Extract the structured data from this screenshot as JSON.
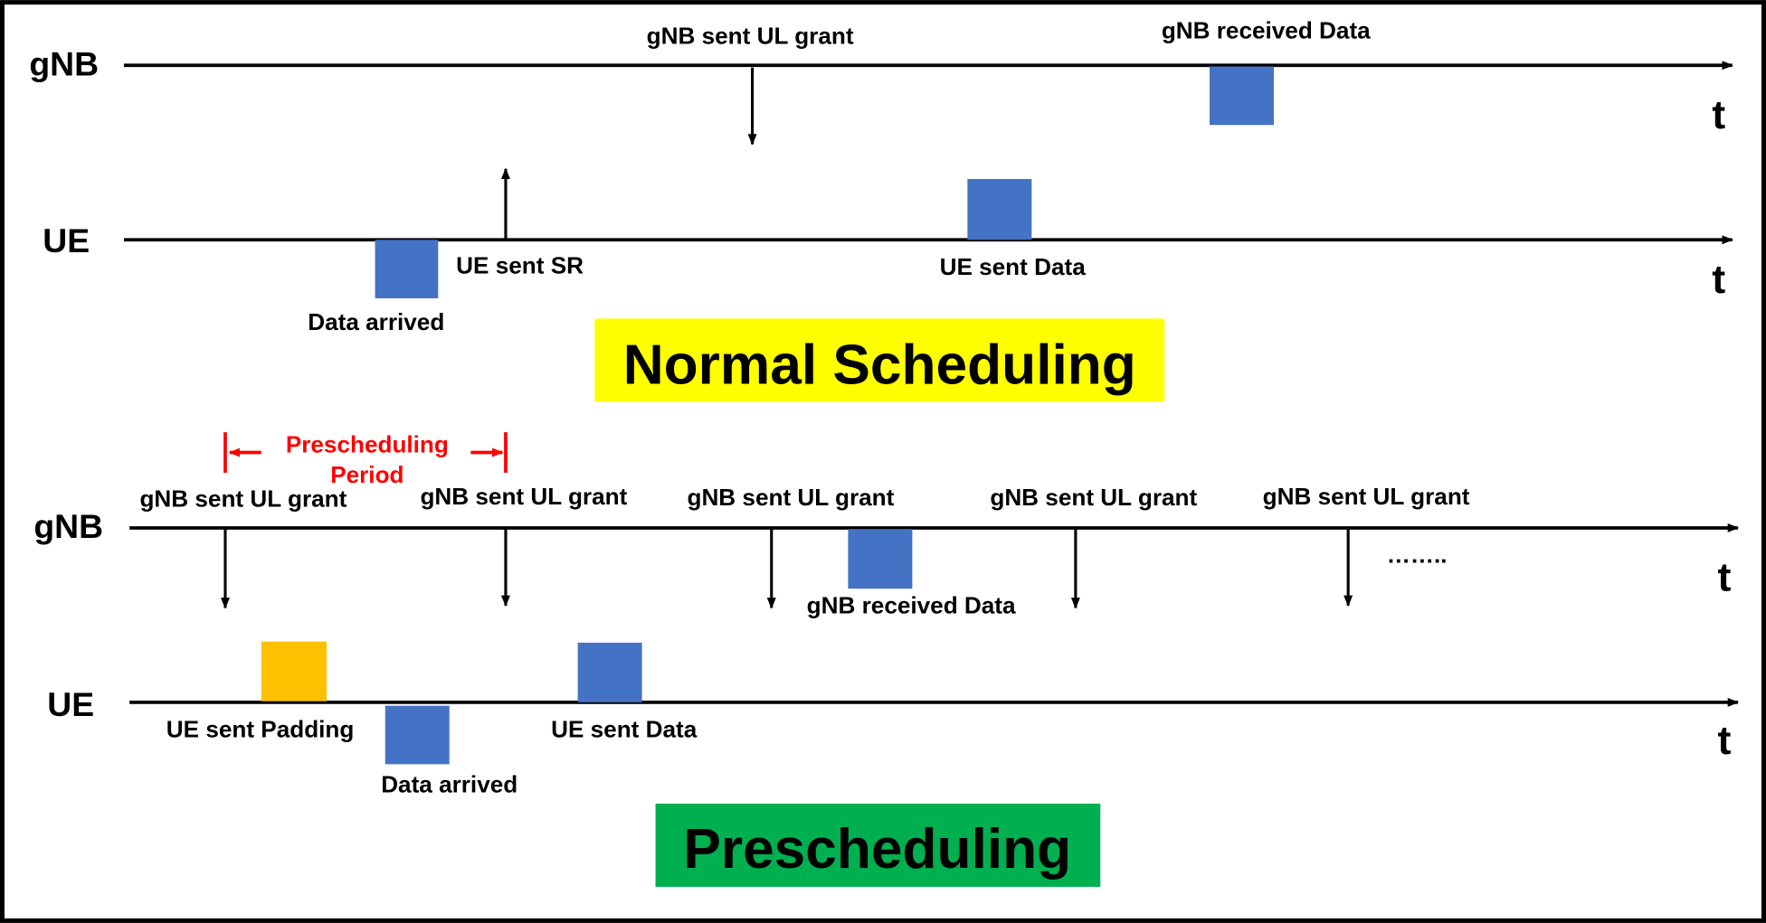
{
  "colors": {
    "data_block": "#4472c4",
    "padding_block": "#ffc000",
    "normal_banner": "#ffff00",
    "pre_banner": "#00b050",
    "period_label": "#ff0000",
    "line": "#000000"
  },
  "normal": {
    "gnb_axis": "gNB",
    "ue_axis": "UE",
    "time_gnb": "t",
    "time_ue": "t",
    "gnb_ul_grant": "gNB sent UL grant",
    "gnb_received": "gNB received Data",
    "ue_sent_sr": "UE sent SR",
    "ue_sent_data": "UE sent Data",
    "data_arrived": "Data arrived",
    "banner": "Normal Scheduling"
  },
  "pre": {
    "period_line1": "Prescheduling",
    "period_line2": "Period",
    "gnb_axis": "gNB",
    "ue_axis": "UE",
    "time_gnb": "t",
    "time_ue": "t",
    "grants": [
      "gNB sent UL grant",
      "gNB sent UL grant",
      "gNB sent UL grant",
      "gNB sent UL grant",
      "gNB sent UL grant"
    ],
    "ellipsis": "……..",
    "gnb_received": "gNB received Data",
    "ue_sent_padding": "UE sent Padding",
    "data_arrived": "Data arrived",
    "ue_sent_data": "UE sent Data",
    "banner": "Prescheduling"
  }
}
